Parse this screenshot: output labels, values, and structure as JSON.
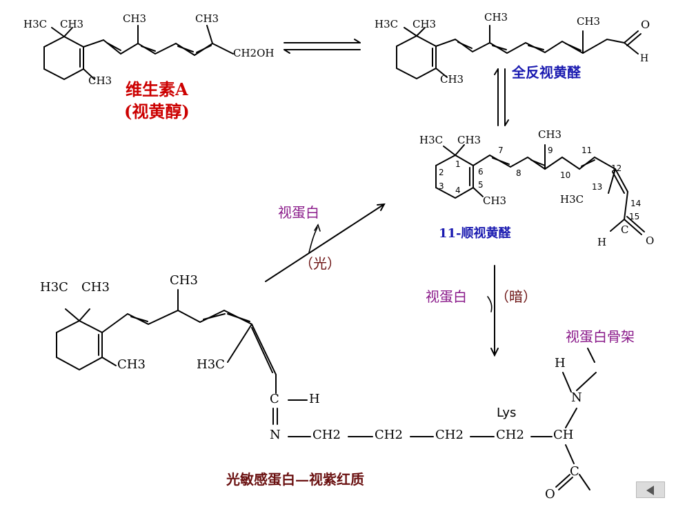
{
  "labels": {
    "vitamin_a": "维生素A",
    "retinol": "(视黄醇)",
    "all_trans": "全反视黄醛",
    "cis_11": "11-顺视黄醛",
    "opsin_light": "视蛋白",
    "light": "（光）",
    "opsin_dark": "视蛋白",
    "dark": "（暗）",
    "opsin_backbone": "视蛋白骨架",
    "rhodopsin": "光敏感蛋白—视紫红质",
    "lys": "Lys"
  },
  "formula": {
    "h3c": "H3C",
    "ch3": "CH3",
    "ch2oh": "CH2OH",
    "ch2": "CH2",
    "ch": "CH",
    "c": "C",
    "h": "H",
    "o": "O",
    "n": "N"
  },
  "numbering": [
    "1",
    "2",
    "3",
    "4",
    "5",
    "6",
    "7",
    "8",
    "9",
    "10",
    "11",
    "12",
    "13",
    "14",
    "15"
  ],
  "colors": {
    "red": "#cc0000",
    "blue": "#1a1ab0",
    "purple": "#8a1a8a",
    "dark_red": "#6a1010"
  },
  "nav": {
    "icon": "previous-slide-icon"
  }
}
